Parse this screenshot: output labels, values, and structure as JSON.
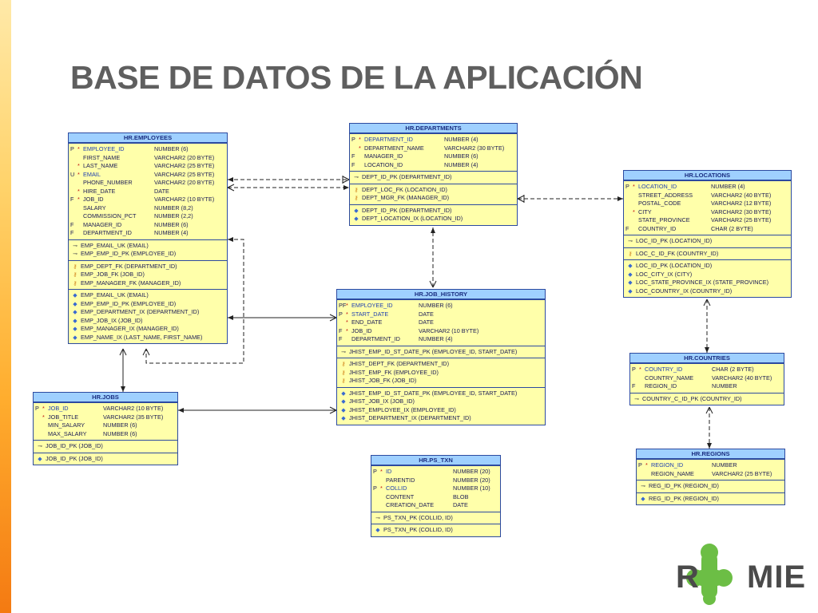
{
  "slide": {
    "title": "BASE DE DATOS DE LA APLICACIÓN",
    "logo": {
      "letters_left": "R",
      "letters_right": "MIE",
      "brand_color": "#6cbe45",
      "icon_name": "roomie-logo-icon"
    }
  },
  "colors": {
    "table_fill": "#ffffaa",
    "header_fill": "#9fd0ff",
    "border": "#2c4aa0",
    "sidebar": "#f7a02a"
  },
  "tables": {
    "employees": {
      "name": "HR.EMPLOYEES",
      "columns": [
        {
          "flag": "P",
          "star": "*",
          "name": "EMPLOYEE_ID",
          "type": "NUMBER (6)",
          "kind": "pk"
        },
        {
          "flag": "",
          "star": "",
          "name": "FIRST_NAME",
          "type": "VARCHAR2 (20 BYTE)",
          "kind": ""
        },
        {
          "flag": "",
          "star": "*",
          "name": "LAST_NAME",
          "type": "VARCHAR2 (25 BYTE)",
          "kind": ""
        },
        {
          "flag": "U",
          "star": "*",
          "name": "EMAIL",
          "type": "VARCHAR2 (25 BYTE)",
          "kind": "uk"
        },
        {
          "flag": "",
          "star": "",
          "name": "PHONE_NUMBER",
          "type": "VARCHAR2 (20 BYTE)",
          "kind": ""
        },
        {
          "flag": "",
          "star": "*",
          "name": "HIRE_DATE",
          "type": "DATE",
          "kind": ""
        },
        {
          "flag": "F",
          "star": "*",
          "name": "JOB_ID",
          "type": "VARCHAR2 (10 BYTE)",
          "kind": ""
        },
        {
          "flag": "",
          "star": "",
          "name": "SALARY",
          "type": "NUMBER (8,2)",
          "kind": ""
        },
        {
          "flag": "",
          "star": "",
          "name": "COMMISSION_PCT",
          "type": "NUMBER (2,2)",
          "kind": ""
        },
        {
          "flag": "F",
          "star": "",
          "name": "MANAGER_ID",
          "type": "NUMBER (6)",
          "kind": ""
        },
        {
          "flag": "F",
          "star": "",
          "name": "DEPARTMENT_ID",
          "type": "NUMBER (4)",
          "kind": ""
        }
      ],
      "keys": [
        "EMP_EMAIL_UK (EMAIL)",
        "EMP_EMP_ID_PK (EMPLOYEE_ID)"
      ],
      "fks": [
        "EMP_DEPT_FK (DEPARTMENT_ID)",
        "EMP_JOB_FK (JOB_ID)",
        "EMP_MANAGER_FK (MANAGER_ID)"
      ],
      "indexes": [
        "EMP_EMAIL_UK (EMAIL)",
        "EMP_EMP_ID_PK (EMPLOYEE_ID)",
        "EMP_DEPARTMENT_IX (DEPARTMENT_ID)",
        "EMP_JOB_IX (JOB_ID)",
        "EMP_MANAGER_IX (MANAGER_ID)",
        "EMP_NAME_IX (LAST_NAME, FIRST_NAME)"
      ]
    },
    "departments": {
      "name": "HR.DEPARTMENTS",
      "columns": [
        {
          "flag": "P",
          "star": "*",
          "name": "DEPARTMENT_ID",
          "type": "NUMBER (4)",
          "kind": "pk"
        },
        {
          "flag": "",
          "star": "*",
          "name": "DEPARTMENT_NAME",
          "type": "VARCHAR2 (30 BYTE)",
          "kind": ""
        },
        {
          "flag": "F",
          "star": "",
          "name": "MANAGER_ID",
          "type": "NUMBER (6)",
          "kind": ""
        },
        {
          "flag": "F",
          "star": "",
          "name": "LOCATION_ID",
          "type": "NUMBER (4)",
          "kind": ""
        }
      ],
      "keys": [
        "DEPT_ID_PK (DEPARTMENT_ID)"
      ],
      "fks": [
        "DEPT_LOC_FK (LOCATION_ID)",
        "DEPT_MGR_FK (MANAGER_ID)"
      ],
      "indexes": [
        "DEPT_ID_PK (DEPARTMENT_ID)",
        "DEPT_LOCATION_IX (LOCATION_ID)"
      ]
    },
    "locations": {
      "name": "HR.LOCATIONS",
      "columns": [
        {
          "flag": "P",
          "star": "*",
          "name": "LOCATION_ID",
          "type": "NUMBER (4)",
          "kind": "pk"
        },
        {
          "flag": "",
          "star": "",
          "name": "STREET_ADDRESS",
          "type": "VARCHAR2 (40 BYTE)",
          "kind": ""
        },
        {
          "flag": "",
          "star": "",
          "name": "POSTAL_CODE",
          "type": "VARCHAR2 (12 BYTE)",
          "kind": ""
        },
        {
          "flag": "",
          "star": "*",
          "name": "CITY",
          "type": "VARCHAR2 (30 BYTE)",
          "kind": ""
        },
        {
          "flag": "",
          "star": "",
          "name": "STATE_PROVINCE",
          "type": "VARCHAR2 (25 BYTE)",
          "kind": ""
        },
        {
          "flag": "F",
          "star": "",
          "name": "COUNTRY_ID",
          "type": "CHAR (2 BYTE)",
          "kind": ""
        }
      ],
      "keys": [
        "LOC_ID_PK (LOCATION_ID)"
      ],
      "fks": [
        "LOC_C_ID_FK (COUNTRY_ID)"
      ],
      "indexes": [
        "LOC_ID_PK (LOCATION_ID)",
        "LOC_CITY_IX (CITY)",
        "LOC_STATE_PROVINCE_IX (STATE_PROVINCE)",
        "LOC_COUNTRY_IX (COUNTRY_ID)"
      ]
    },
    "job_history": {
      "name": "HR.JOB_HISTORY",
      "columns": [
        {
          "flag": "PF",
          "star": "*",
          "name": "EMPLOYEE_ID",
          "type": "NUMBER (6)",
          "kind": "pk"
        },
        {
          "flag": "P",
          "star": "*",
          "name": "START_DATE",
          "type": "DATE",
          "kind": "pk"
        },
        {
          "flag": "",
          "star": "*",
          "name": "END_DATE",
          "type": "DATE",
          "kind": ""
        },
        {
          "flag": "F",
          "star": "*",
          "name": "JOB_ID",
          "type": "VARCHAR2 (10 BYTE)",
          "kind": ""
        },
        {
          "flag": "F",
          "star": "",
          "name": "DEPARTMENT_ID",
          "type": "NUMBER (4)",
          "kind": ""
        }
      ],
      "keys": [
        "JHIST_EMP_ID_ST_DATE_PK (EMPLOYEE_ID, START_DATE)"
      ],
      "fks": [
        "JHIST_DEPT_FK (DEPARTMENT_ID)",
        "JHIST_EMP_FK (EMPLOYEE_ID)",
        "JHIST_JOB_FK (JOB_ID)"
      ],
      "indexes": [
        "JHIST_EMP_ID_ST_DATE_PK (EMPLOYEE_ID, START_DATE)",
        "JHIST_JOB_IX (JOB_ID)",
        "JHIST_EMPLOYEE_IX (EMPLOYEE_ID)",
        "JHIST_DEPARTMENT_IX (DEPARTMENT_ID)"
      ]
    },
    "countries": {
      "name": "HR.COUNTRIES",
      "columns": [
        {
          "flag": "P",
          "star": "*",
          "name": "COUNTRY_ID",
          "type": "CHAR (2 BYTE)",
          "kind": "pk"
        },
        {
          "flag": "",
          "star": "",
          "name": "COUNTRY_NAME",
          "type": "VARCHAR2 (40 BYTE)",
          "kind": ""
        },
        {
          "flag": "F",
          "star": "",
          "name": "REGION_ID",
          "type": "NUMBER",
          "kind": ""
        }
      ],
      "keys": [
        "COUNTRY_C_ID_PK (COUNTRY_ID)"
      ],
      "fks": [],
      "indexes": []
    },
    "jobs": {
      "name": "HR.JOBS",
      "columns": [
        {
          "flag": "P",
          "star": "*",
          "name": "JOB_ID",
          "type": "VARCHAR2 (10 BYTE)",
          "kind": "pk"
        },
        {
          "flag": "",
          "star": "*",
          "name": "JOB_TITLE",
          "type": "VARCHAR2 (35 BYTE)",
          "kind": ""
        },
        {
          "flag": "",
          "star": "",
          "name": "MIN_SALARY",
          "type": "NUMBER (6)",
          "kind": ""
        },
        {
          "flag": "",
          "star": "",
          "name": "MAX_SALARY",
          "type": "NUMBER (6)",
          "kind": ""
        }
      ],
      "keys": [
        "JOB_ID_PK (JOB_ID)"
      ],
      "fks": [],
      "indexes": [
        "JOB_ID_PK (JOB_ID)"
      ]
    },
    "ps_txn": {
      "name": "HR.PS_TXN",
      "columns": [
        {
          "flag": "P",
          "star": "*",
          "name": "ID",
          "type": "NUMBER (20)",
          "kind": "pk"
        },
        {
          "flag": "",
          "star": "",
          "name": "PARENTID",
          "type": "NUMBER (20)",
          "kind": ""
        },
        {
          "flag": "P",
          "star": "*",
          "name": "COLLID",
          "type": "NUMBER (10)",
          "kind": "pk"
        },
        {
          "flag": "",
          "star": "",
          "name": "CONTENT",
          "type": "BLOB",
          "kind": ""
        },
        {
          "flag": "",
          "star": "",
          "name": "CREATION_DATE",
          "type": "DATE",
          "kind": ""
        }
      ],
      "keys": [
        "PS_TXN_PK (COLLID, ID)"
      ],
      "fks": [],
      "indexes": [
        "PS_TXN_PK (COLLID, ID)"
      ]
    },
    "regions": {
      "name": "HR.REGIONS",
      "columns": [
        {
          "flag": "P",
          "star": "*",
          "name": "REGION_ID",
          "type": "NUMBER",
          "kind": "pk"
        },
        {
          "flag": "",
          "star": "",
          "name": "REGION_NAME",
          "type": "VARCHAR2 (25 BYTE)",
          "kind": ""
        }
      ],
      "keys": [
        "REG_ID_PK (REGION_ID)"
      ],
      "fks": [],
      "indexes": [
        "REG_ID_PK (REGION_ID)"
      ]
    }
  }
}
